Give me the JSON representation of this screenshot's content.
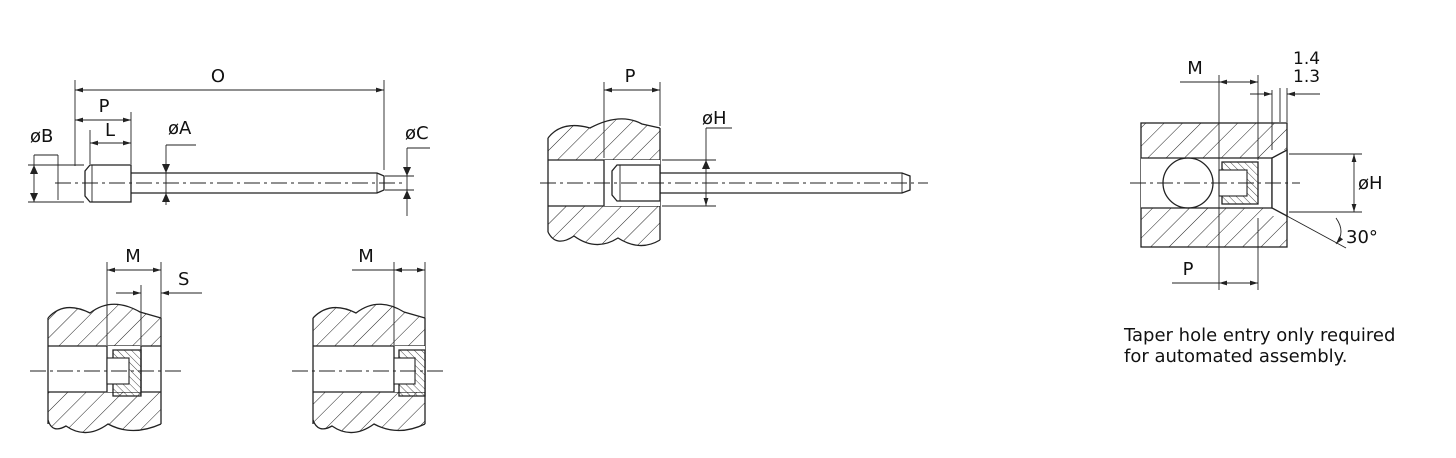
{
  "labels": {
    "dim_O": "O",
    "dim_P": "P",
    "dim_L": "L",
    "dim_oA": "øA",
    "dim_oB": "øB",
    "dim_oC": "øC",
    "dim_oH": "øH",
    "dim_M": "M",
    "dim_S": "S",
    "dim_1_4": "1.4",
    "dim_1_3": "1.3",
    "angle_30": "30°"
  },
  "note": {
    "line1": "Taper hole entry only required",
    "line2": "for automated assembly."
  },
  "colors": {
    "line": "#222222",
    "background": "#ffffff"
  }
}
